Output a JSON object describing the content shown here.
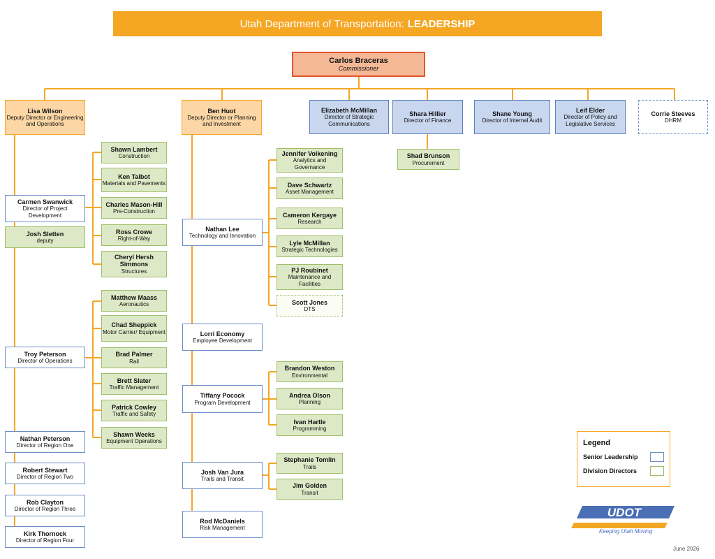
{
  "title": {
    "prefix": "Utah Department of Transportation:",
    "bold": "LEADERSHIP"
  },
  "commissioner": {
    "name": "Carlos Braceras",
    "title": "Commissioner"
  },
  "deputies": [
    {
      "name": "Lisa Wilson",
      "title": "Deputy Director or Engineering and Operations"
    },
    {
      "name": "Ben Huot",
      "title": "Deputy Director or Planning and Investment"
    }
  ],
  "top_directors": [
    {
      "name": "Elizabeth McMillan",
      "title": "Director of Strategic Communications"
    },
    {
      "name": "Shara Hillier",
      "title": "Director of Finance"
    },
    {
      "name": "Shane Young",
      "title": "Director of Internal Audit"
    },
    {
      "name": "Leif Elder",
      "title": "Director of Policy and Legislative Services"
    },
    {
      "name": "Corrie Steeves",
      "title": "DHRM"
    }
  ],
  "finance_reports": [
    {
      "name": "Shad Brunson",
      "title": "Procurement"
    }
  ],
  "left_directors": [
    {
      "name": "Carmen Swanwick",
      "title": "Director of Project Development"
    },
    {
      "name": "Josh Sletten",
      "title": "deputy"
    },
    {
      "name": "Troy Peterson",
      "title": "Director of Operations"
    },
    {
      "name": "Nathan Peterson",
      "title": "Director of Region One"
    },
    {
      "name": "Robert Stewart",
      "title": "Director of Region Two"
    },
    {
      "name": "Rob Clayton",
      "title": "Director of Region Three"
    },
    {
      "name": "Kirk Thornock",
      "title": "Director of Region Four"
    }
  ],
  "project_dev_divisions": [
    {
      "name": "Shawn Lambert",
      "title": "Construction"
    },
    {
      "name": "Ken Talbot",
      "title": "Materials and Pavements"
    },
    {
      "name": "Charles Mason-Hill",
      "title": "Pre-Construction"
    },
    {
      "name": "Ross Crowe",
      "title": "Right-of-Way"
    },
    {
      "name": "Cheryl Hersh Simmons",
      "title": "Structures"
    }
  ],
  "operations_divisions": [
    {
      "name": "Matthew Maass",
      "title": "Aeronautics"
    },
    {
      "name": "Chad Sheppick",
      "title": "Motor Carrier/ Equipment"
    },
    {
      "name": "Brad Palmer",
      "title": "Rail"
    },
    {
      "name": "Brett Slater",
      "title": "Traffic Management"
    },
    {
      "name": "Patrick Cowley",
      "title": "Traffic and Safety"
    },
    {
      "name": "Shawn Weeks",
      "title": "Equipment Operations"
    }
  ],
  "mid_directors": [
    {
      "name": "Nathan Lee",
      "title": "Technology and Innovation"
    },
    {
      "name": "Lorri Economy",
      "title": "Employee Development"
    },
    {
      "name": "Tiffany Pocock",
      "title": "Program Development"
    },
    {
      "name": "Josh Van Jura",
      "title": "Trails and Transit"
    },
    {
      "name": "Rod McDaniels",
      "title": "Risk Management"
    }
  ],
  "tech_divisions": [
    {
      "name": "Jennifer Volkening",
      "title": "Analytics and Governance"
    },
    {
      "name": "Dave Schwartz",
      "title": "Asset Management"
    },
    {
      "name": "Cameron Kergaye",
      "title": "Research"
    },
    {
      "name": "Lyle McMillan",
      "title": "Strategic Technologies"
    },
    {
      "name": "PJ Roubinet",
      "title": "Maintenance and Facilities"
    },
    {
      "name": "Scott Jones",
      "title": "DTS"
    }
  ],
  "program_divisions": [
    {
      "name": "Brandon Weston",
      "title": "Environmental"
    },
    {
      "name": "Andrea Olson",
      "title": "Planning"
    },
    {
      "name": "Ivan Hartle",
      "title": "Programming"
    }
  ],
  "trails_divisions": [
    {
      "name": "Stephanie Tomlin",
      "title": "Trails"
    },
    {
      "name": "Jim Golden",
      "title": "Transit"
    }
  ],
  "legend": {
    "title": "Legend",
    "senior": "Senior Leadership",
    "division": "Division Directors"
  },
  "logo": {
    "text": "UDOT",
    "tagline": "Keeping Utah Moving"
  },
  "footer": {
    "date": "June 2026"
  },
  "colors": {
    "accent": "#f5a623",
    "commissioner_border": "#e2562b",
    "senior_border": "#6d90c9",
    "division_border": "#9fbe6c"
  }
}
